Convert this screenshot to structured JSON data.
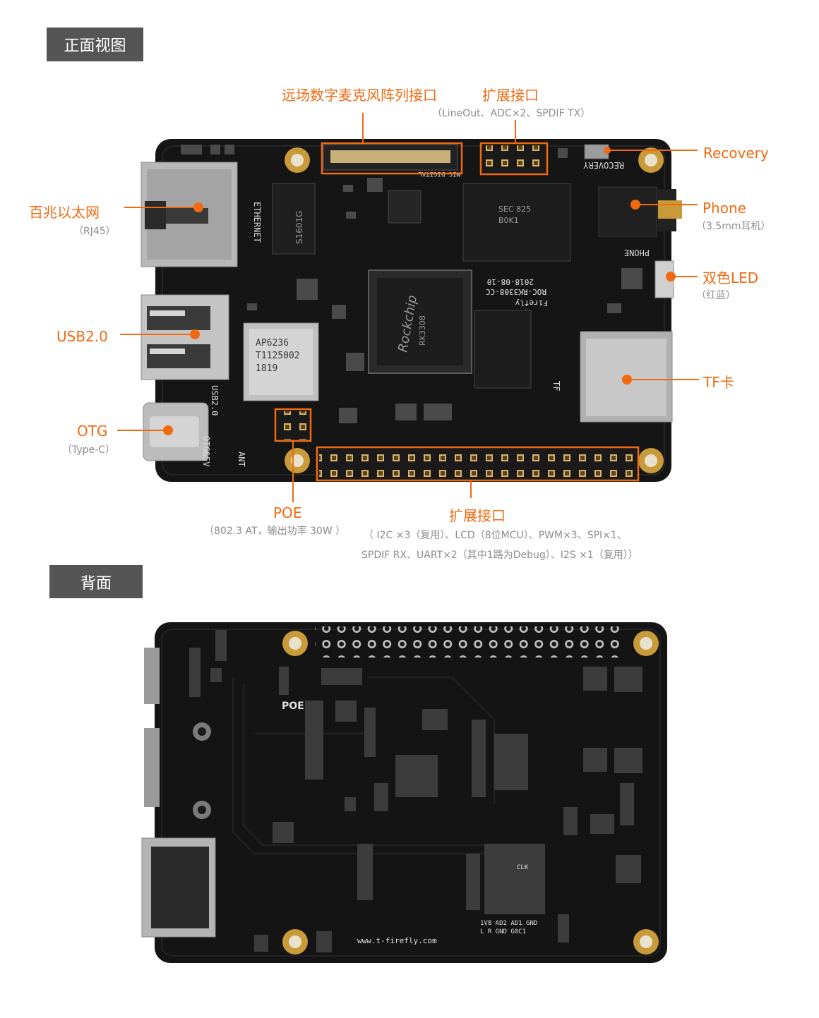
{
  "sections": {
    "front_title": "正面视图",
    "back_title": "背面"
  },
  "front_labels": {
    "mic_array": "远场数字麦克风阵列接口",
    "ext_top": "扩展接口",
    "ext_top_sub": "（LineOut、ADC×2、SPDIF TX）",
    "recovery": "Recovery",
    "ethernet": "百兆以太网",
    "ethernet_sub": "（RJ45）",
    "phone": "Phone",
    "phone_sub": "（3.5mm耳机）",
    "led": "双色LED",
    "led_sub": "（红蓝）",
    "usb": "USB2.0",
    "tf": "TF卡",
    "otg": "OTG",
    "otg_sub": "（Type-C）",
    "poe": "POE",
    "poe_sub": "（802.3 AT，输出功率 30W ）",
    "ext_bottom": "扩展接口",
    "ext_bottom_sub1": "（ I2C ×3（复用）、LCD（8位MCU）、PWM×3、SPI×1、",
    "ext_bottom_sub2": "SPDIF RX、UART×2（其中1路为Debug）、I2S ×1（复用））"
  },
  "front_silk": {
    "ethernet": "ETHERNET",
    "recovery": "RECOVERY",
    "phone": "PHONE",
    "usb": "USB2.0",
    "otg": "OTG&5V",
    "ant": "ANT",
    "soc_brand": "Rockchip",
    "soc_model": "RK3308",
    "date": "2018-08-10",
    "board_name": "ROC-RK3308-CC",
    "brand": "Firefly",
    "wifi1": "AP6236",
    "wifi2": "T1125002",
    "wifi3": "1819",
    "tf_silk": "TF",
    "mic_silk": "MIC DIGITAL",
    "ram1": "SEC 825",
    "ram2": "B0K1",
    "eth_chip": "S1601G"
  },
  "back_silk": {
    "poe": "POE",
    "url": "www.t-firefly.com",
    "pins_top": "1V8 AD2 AD1 GND",
    "pins_bottom": "L R GND G0C1",
    "clk": "CLK"
  },
  "colors": {
    "accent": "#f26a10",
    "tag_bg": "#555555",
    "pcb": "#151515",
    "gold": "#c89a3a"
  }
}
